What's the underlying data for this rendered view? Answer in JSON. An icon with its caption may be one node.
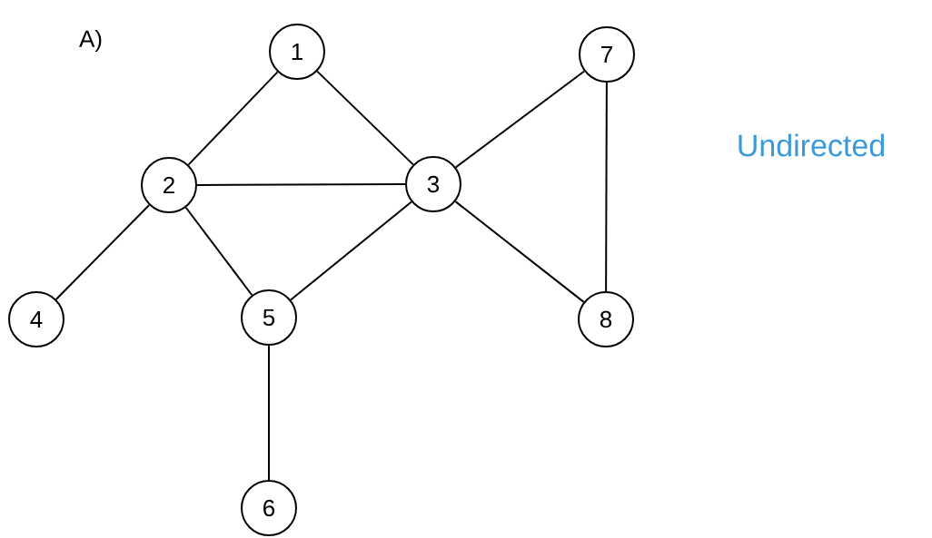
{
  "diagram": {
    "nodes": [
      {
        "text": [
          "1"
        ]
      },
      {
        "text": [
          "2"
        ]
      },
      {
        "text": [
          "3"
        ]
      },
      {
        "text": [
          "4"
        ]
      },
      {
        "text": [
          "5"
        ]
      },
      {
        "text": [
          "6"
        ]
      },
      {
        "text": [
          "7"
        ]
      },
      {
        "text": [
          "8"
        ]
      }
    ],
    "edges": [
      {
        "from": 0,
        "to": 1,
        "arrow": "none"
      },
      {
        "from": 0,
        "to": 2,
        "arrow": "none"
      },
      {
        "from": 1,
        "to": 2,
        "arrow": "none"
      },
      {
        "from": 3,
        "to": 1,
        "arrow": "none"
      },
      {
        "from": 1,
        "to": 4,
        "arrow": "none"
      },
      {
        "from": 2,
        "to": 4,
        "arrow": "none"
      },
      {
        "from": 2,
        "to": 6,
        "arrow": "none"
      },
      {
        "from": 2,
        "to": 7,
        "arrow": "none"
      },
      {
        "from": 6,
        "to": 7,
        "arrow": "none"
      },
      {
        "from": 4,
        "to": 5,
        "arrow": "none"
      }
    ],
    "labels": [
      "A)",
      "Undirected"
    ]
  }
}
